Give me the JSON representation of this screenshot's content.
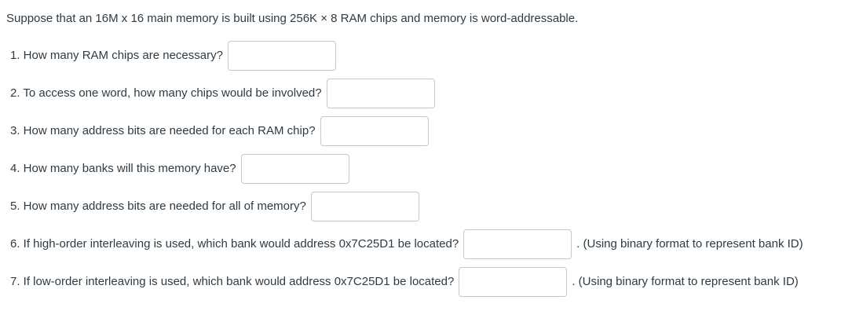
{
  "intro": "Suppose that an 16M x 16 main memory is built using 256K × 8 RAM chips and memory is word-addressable.",
  "questions": [
    {
      "label": "1. How many RAM chips are necessary?",
      "value": "",
      "suffix": ""
    },
    {
      "label": "2. To access one word, how many chips would be involved?",
      "value": "",
      "suffix": ""
    },
    {
      "label": "3. How many address bits are needed for each RAM chip?",
      "value": "",
      "suffix": ""
    },
    {
      "label": "4. How many banks will this memory have?",
      "value": "",
      "suffix": ""
    },
    {
      "label": "5. How many address bits are needed for all of memory?",
      "value": "",
      "suffix": ""
    },
    {
      "label": "6. If high-order interleaving is used, which bank would address 0x7C25D1 be located?",
      "value": "",
      "suffix": ". (Using binary format to represent bank ID)"
    },
    {
      "label": "7. If low-order interleaving is used, which bank would address 0x7C25D1 be located?",
      "value": "",
      "suffix": ". (Using binary format to represent bank ID)"
    }
  ],
  "colors": {
    "text": "#2d3b45",
    "input_border": "#c1c7cd",
    "background": "#ffffff"
  }
}
